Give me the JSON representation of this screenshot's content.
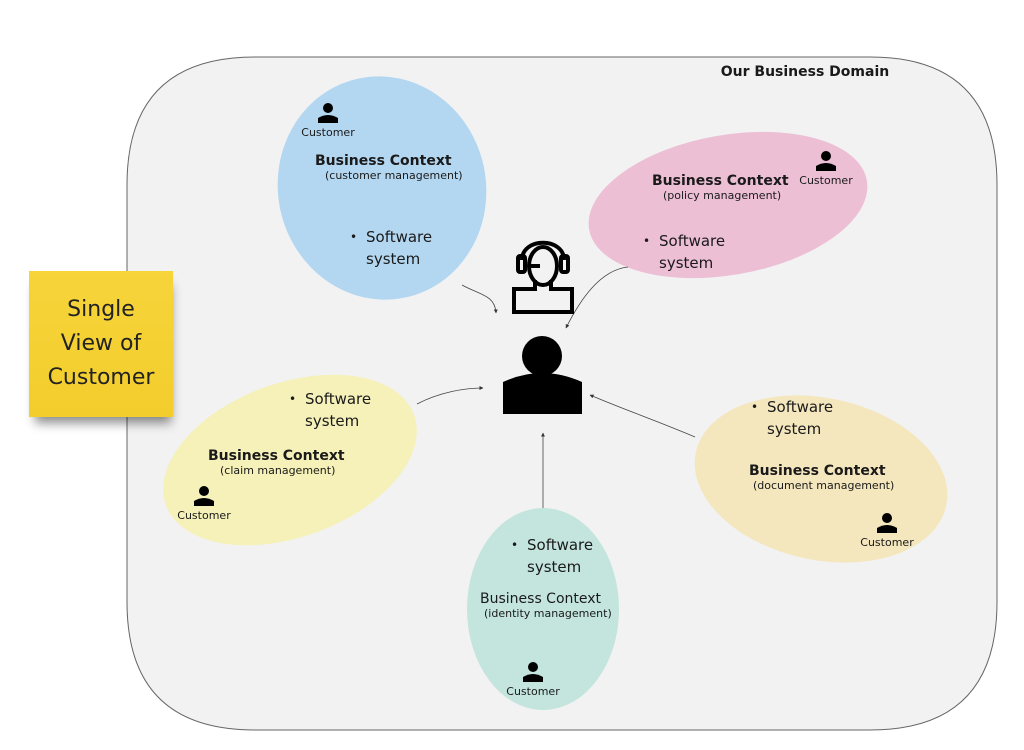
{
  "domain": {
    "title": "Our Business Domain",
    "background_color": "#f2f2f2",
    "border_color": "#666666"
  },
  "sticky_note": {
    "text": "Single\nView of\nCustomer",
    "color": "#f5d236"
  },
  "central": {
    "agent_icon": "headset-agent-icon",
    "customer_icon": "person-icon"
  },
  "contexts": [
    {
      "id": "customer-management",
      "title": "Business Context",
      "subtitle": "(customer management)",
      "item": "Software system",
      "item_line1": "Software",
      "item_line2": "system",
      "actor": "Customer",
      "color": "#b4d7f1"
    },
    {
      "id": "policy-management",
      "title": "Business Context",
      "subtitle": "(policy management)",
      "item": "Software system",
      "item_line1": "Software",
      "item_line2": "system",
      "actor": "Customer",
      "color": "#ecbfd5"
    },
    {
      "id": "claim-management",
      "title": "Business Context",
      "subtitle": "(claim management)",
      "item": "Software system",
      "item_line1": "Software",
      "item_line2": "system",
      "actor": "Customer",
      "color": "#f5f1b8"
    },
    {
      "id": "document-management",
      "title": "Business Context",
      "subtitle": "(document management)",
      "item": "Software system",
      "item_line1": "Software",
      "item_line2": "system",
      "actor": "Customer",
      "color": "#f4e6bd"
    },
    {
      "id": "identity-management",
      "title": "Business Context",
      "subtitle": "(identity management)",
      "item": "Software system",
      "item_line1": "Software",
      "item_line2": "system",
      "actor": "Customer",
      "color": "#c3e5de"
    }
  ],
  "connections": [
    {
      "from": "customer-management",
      "to": "central"
    },
    {
      "from": "policy-management",
      "to": "central"
    },
    {
      "from": "claim-management",
      "to": "central"
    },
    {
      "from": "document-management",
      "to": "central"
    },
    {
      "from": "identity-management",
      "to": "central"
    }
  ],
  "bullet": "•"
}
